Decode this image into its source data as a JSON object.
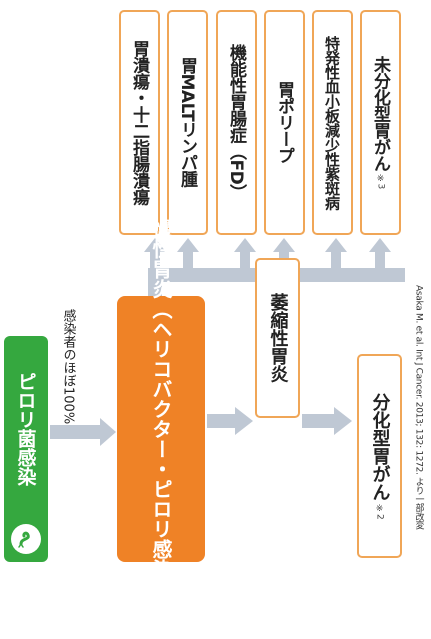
{
  "pylori_infection": {
    "label": "ピロリ菌感染"
  },
  "infection_rate": {
    "label": "感染者のほぼ100%"
  },
  "chronic_gastritis": {
    "line1": "慢性胃炎",
    "line2": "（ヘリコバクター・ピロリ感染胃炎）"
  },
  "diseases": [
    {
      "label": "胃潰瘍・十二指腸潰瘍",
      "note": ""
    },
    {
      "label": "胃MALTリンパ腫",
      "note": ""
    },
    {
      "label": "機能性胃腸症（FD）",
      "note": ""
    },
    {
      "label": "胃ポリープ",
      "note": ""
    },
    {
      "label": "特発性血小板減少性紫斑病",
      "note": ""
    },
    {
      "label": "未分化型胃がん",
      "note": "※3"
    }
  ],
  "atrophic_gastritis": {
    "label": "萎縮性胃炎"
  },
  "differentiated_cancer": {
    "label": "分化型胃がん",
    "note": "※2"
  },
  "citation": {
    "text": "Asaka M. et al. Int J Cancer. 2013; 132: 1272. より一部改変"
  },
  "colors": {
    "orange": "#ef8226",
    "orange_border": "#f0a657",
    "green": "#35a83f",
    "arrow": "#bfc8d4"
  }
}
